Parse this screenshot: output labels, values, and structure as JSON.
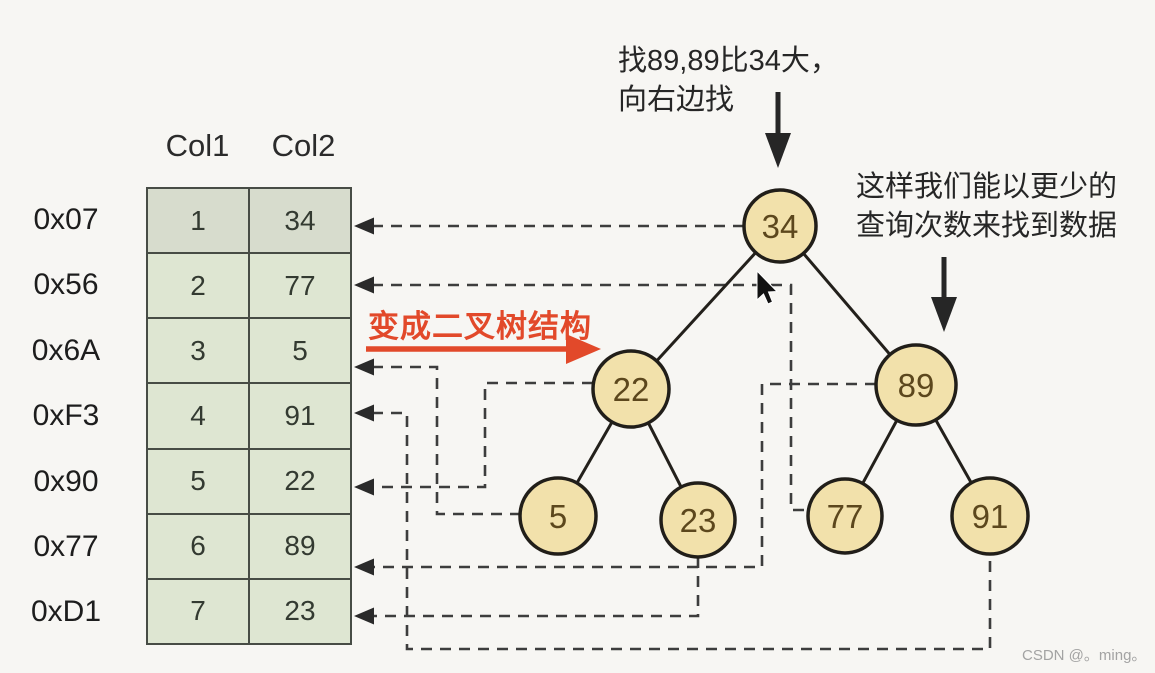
{
  "table": {
    "headers": [
      "Col1",
      "Col2"
    ],
    "rows": [
      {
        "addr": "0x07",
        "col1": "1",
        "col2": "34"
      },
      {
        "addr": "0x56",
        "col1": "2",
        "col2": "77"
      },
      {
        "addr": "0x6A",
        "col1": "3",
        "col2": "5"
      },
      {
        "addr": "0xF3",
        "col1": "4",
        "col2": "91"
      },
      {
        "addr": "0x90",
        "col1": "5",
        "col2": "22"
      },
      {
        "addr": "0x77",
        "col1": "6",
        "col2": "89"
      },
      {
        "addr": "0xD1",
        "col1": "7",
        "col2": "23"
      }
    ]
  },
  "tree": {
    "nodes": [
      {
        "role": "root",
        "value": "34"
      },
      {
        "role": "left-child",
        "value": "22"
      },
      {
        "role": "right-child",
        "value": "89"
      },
      {
        "role": "left-left-leaf",
        "value": "5"
      },
      {
        "role": "left-right-leaf",
        "value": "23"
      },
      {
        "role": "right-left-leaf",
        "value": "77"
      },
      {
        "role": "right-right-leaf",
        "value": "91"
      }
    ]
  },
  "annotations": {
    "search_line1": "找89,89比34大，",
    "search_line2": "向右边找",
    "benefit_line1": "这样我们能以更少的",
    "benefit_line2": "查询次数来找到数据",
    "transform": "变成二叉树结构"
  },
  "watermark": "CSDN @。ming。",
  "colors": {
    "accent_red": "#e2492a",
    "node_fill": "#f2e1ab",
    "node_border": "#211e19",
    "node_text": "#5c471d",
    "cell_fill": "#dee6d2",
    "cell_fill_first_row": "#d7dccd",
    "table_border": "#474c45",
    "connector": "#3d3d3d",
    "background": "#f7f6f3"
  }
}
